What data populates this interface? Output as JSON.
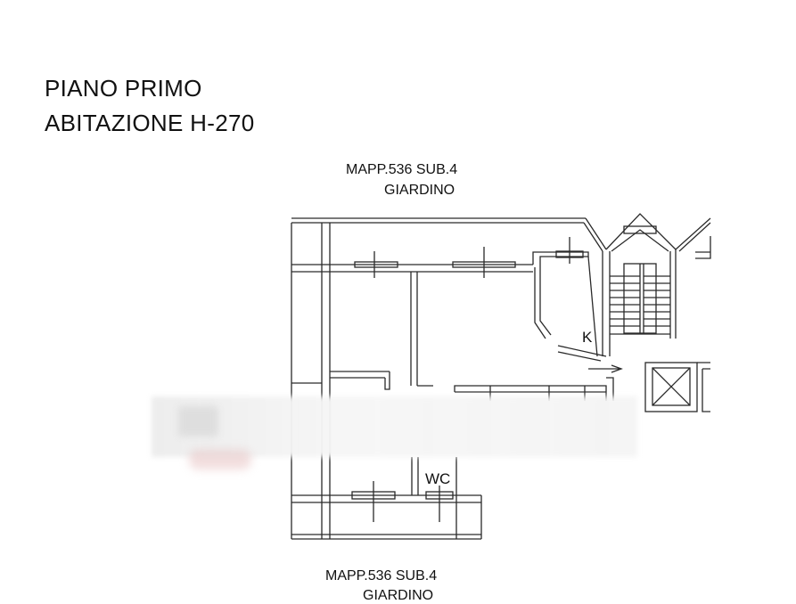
{
  "header": {
    "line1": "PIANO PRIMO",
    "line2": "ABITAZIONE H-270"
  },
  "top_label": {
    "mapp": "MAPP.536 SUB.4",
    "giardino": "GIARDINO"
  },
  "bottom_label": {
    "mapp": "MAPP.536 SUB.4",
    "giardino": "GIARDINO"
  },
  "rooms": {
    "kitchen": "K",
    "bathroom": "WC"
  },
  "colors": {
    "line": "#2a2a2a",
    "background": "#ffffff",
    "watermark": "#ececec"
  }
}
